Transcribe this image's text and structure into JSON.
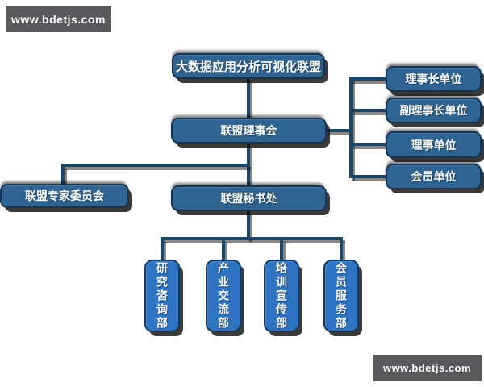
{
  "watermark_top": {
    "text": "www.bdetjs.com"
  },
  "watermark_bottom": {
    "text": "www.bdetjs.com"
  },
  "org": {
    "root": {
      "label": "大数据应用分析可视化联盟"
    },
    "council": {
      "label": "联盟理事会"
    },
    "expert_committee": {
      "label": "联盟专家委员会"
    },
    "secretariat": {
      "label": "联盟秘书处"
    },
    "member_units": [
      {
        "label": "理事长单位"
      },
      {
        "label": "副理事长单位"
      },
      {
        "label": "理事单位"
      },
      {
        "label": "会员单位"
      }
    ],
    "departments": [
      {
        "label": "研究咨询部"
      },
      {
        "label": "产业交流部"
      },
      {
        "label": "培训宣传部"
      },
      {
        "label": "会员服务部"
      }
    ]
  },
  "colors": {
    "page_bg": "#ffffff",
    "box_fill": "#2f6492",
    "box_border": "#16334f",
    "dept_fill": "#2e74c2",
    "dept_border": "#143a61",
    "connector": "#1d4568",
    "watermark_bg": "#59595b",
    "text": "#ffffff"
  }
}
